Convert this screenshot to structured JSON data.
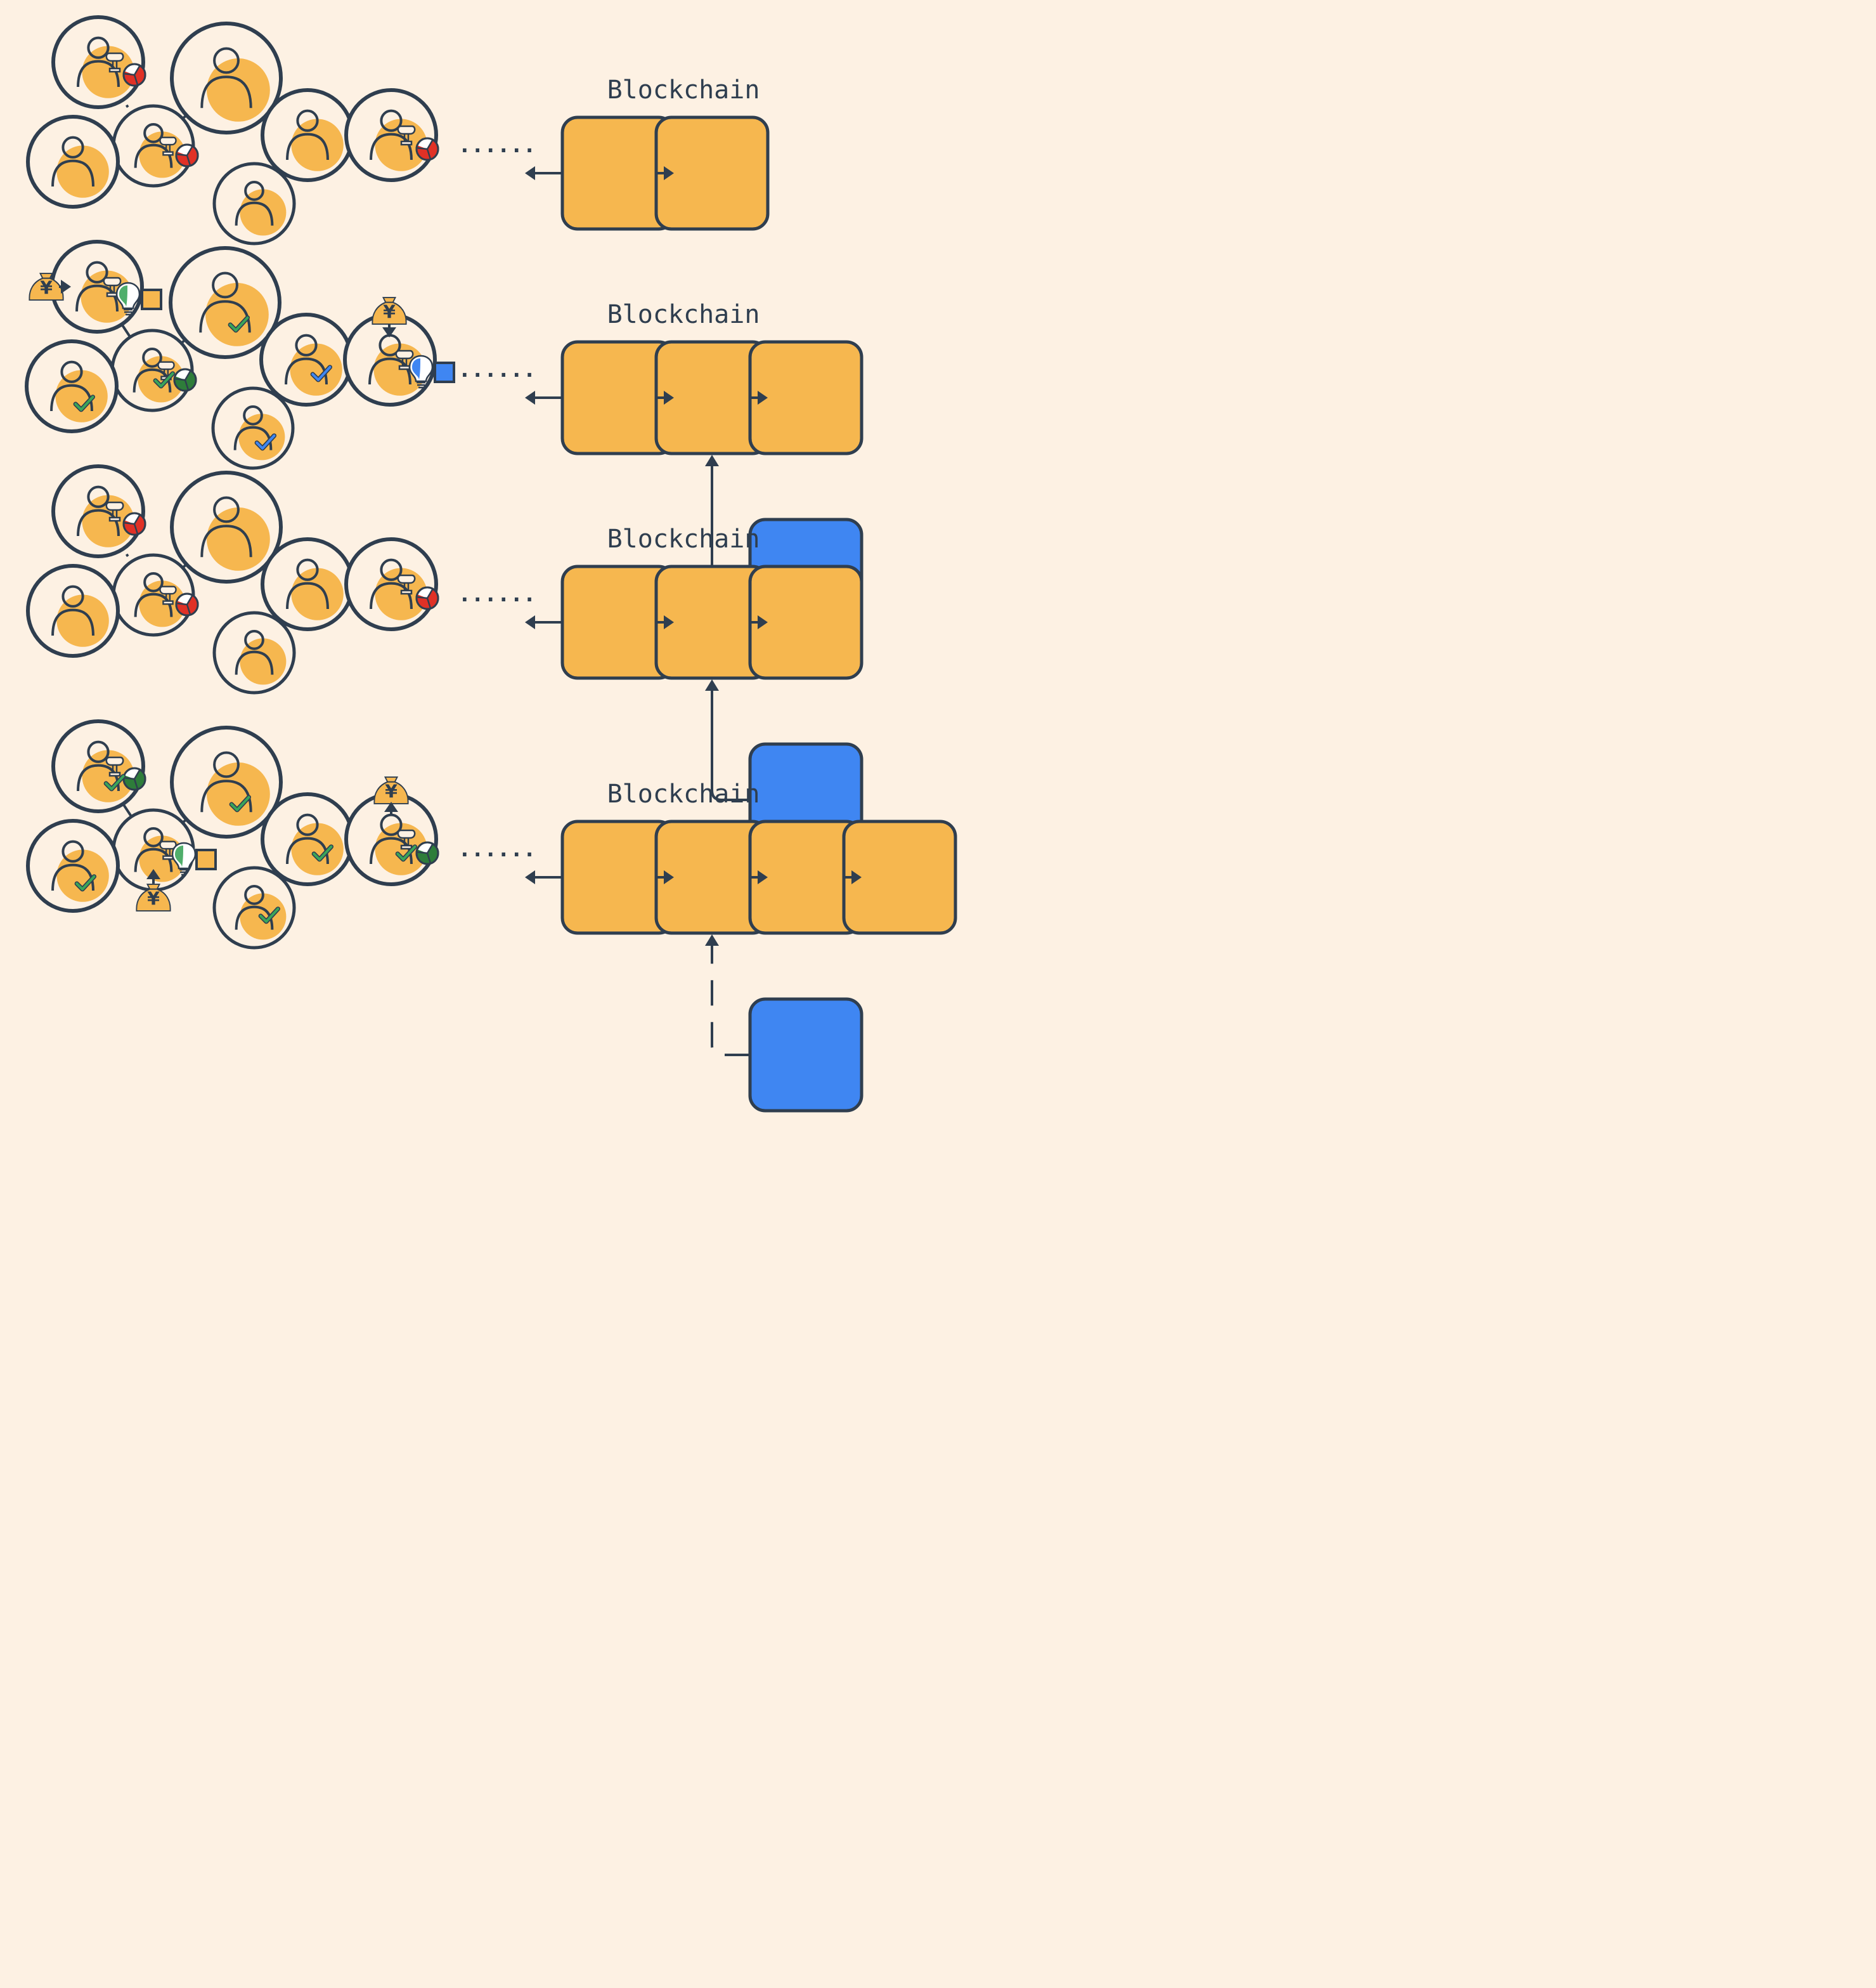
{
  "colors": {
    "background": "#fdf1e3",
    "stroke": "#2f3e4f",
    "orange": "#f6b74f",
    "blue": "#3f86f2",
    "red": "#e03126",
    "green": "#2e7d3a",
    "lightgreen": "#4fae6b",
    "check_green": "#3aa55a",
    "check_blue": "#3f86f2"
  },
  "icons": [
    "user-icon",
    "trophy-icon",
    "pie-chart-icon",
    "checkmark-icon",
    "lightbulb-icon",
    "money-bag-icon",
    "arrow-icon"
  ],
  "panels": [
    {
      "chain_title": "Blockchain",
      "ellipsis": "......",
      "blocks": [
        "orange",
        "orange"
      ],
      "branch": "none",
      "links": "dashed"
    },
    {
      "chain_title": "Blockchain",
      "ellipsis": "......",
      "blocks": [
        "orange",
        "orange",
        "orange"
      ],
      "branch": "solid",
      "links": "solid"
    },
    {
      "chain_title": "Blockchain",
      "ellipsis": "......",
      "blocks": [
        "orange",
        "orange",
        "orange"
      ],
      "branch": "solid",
      "links": "dashed"
    },
    {
      "chain_title": "Blockchain",
      "ellipsis": "......",
      "blocks": [
        "orange",
        "orange",
        "orange",
        "orange"
      ],
      "branch": "dashed",
      "links": "solid"
    }
  ],
  "money_bag_label": "¥"
}
